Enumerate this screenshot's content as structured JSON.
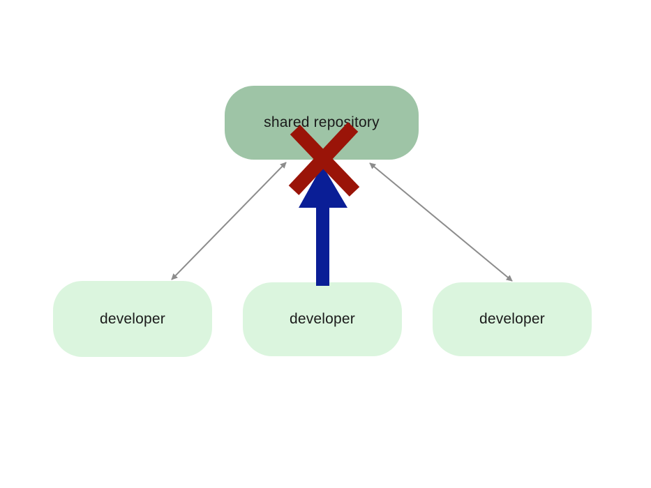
{
  "nodes": {
    "repository": {
      "label": "shared repository"
    },
    "developer_left": {
      "label": "developer"
    },
    "developer_center": {
      "label": "developer"
    },
    "developer_right": {
      "label": "developer"
    }
  },
  "edges": [
    {
      "from": "repository",
      "to": "developer_left",
      "style": "double-arrow",
      "color": "#8c8c8c"
    },
    {
      "from": "repository",
      "to": "developer_right",
      "style": "double-arrow",
      "color": "#8c8c8c"
    },
    {
      "from": "developer_center",
      "to": "repository",
      "style": "thick-arrow",
      "color": "#0a1e96",
      "blocked": true
    }
  ],
  "colors": {
    "repository_fill": "#9ec4a6",
    "developer_fill": "#dbf5de",
    "connector": "#8c8c8c",
    "push_arrow": "#0a1e96",
    "blocked_cross": "#9a1408"
  },
  "icons": {
    "blocked": "cross-icon"
  }
}
